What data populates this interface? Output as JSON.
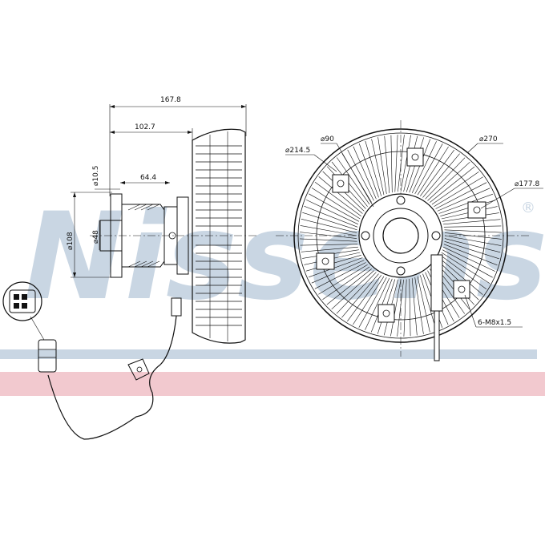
{
  "brand": {
    "watermark": "Nissens",
    "registered_mark": "®",
    "colors": {
      "watermark": "#c9d6e3",
      "stripe_blue": "#c9d6e3",
      "stripe_red": "#f2c9cf",
      "line": "#111111"
    }
  },
  "side_view": {
    "overall_length": "167.8",
    "hub_length": "102.7",
    "flange_depth": "64.4",
    "bolt_hole": "⌀10.5",
    "flange_diameter": "⌀108",
    "bore_diameter": "⌀48"
  },
  "front_view": {
    "fan_diameter": "⌀270",
    "inner_ring_diameter": "⌀214.5",
    "center_diameter": "⌀90",
    "bolt_circle": "⌀177.8",
    "thread_spec": "6-M8x1.5"
  },
  "icons": [
    "connector-plug-icon",
    "cable-icon"
  ]
}
